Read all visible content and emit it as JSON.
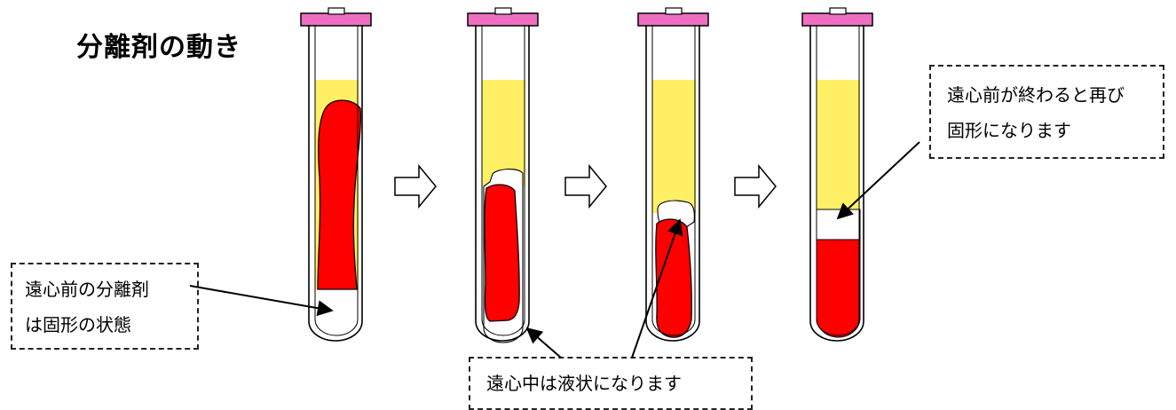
{
  "title": "分離剤の動き",
  "notes": {
    "solid_before": [
      "遠心前の分離剤",
      "は固形の状態"
    ],
    "solid_after": [
      "遠心前が終わると再び",
      "固形になります"
    ],
    "liquid_during": "遠心中は液状になります"
  },
  "colors": {
    "cap": "#ee6fc2",
    "serum": "#fff066",
    "blood": "#ff0000",
    "gel": "#ffffff",
    "outline": "#000000"
  },
  "icons": [
    "arrow-right-icon"
  ]
}
